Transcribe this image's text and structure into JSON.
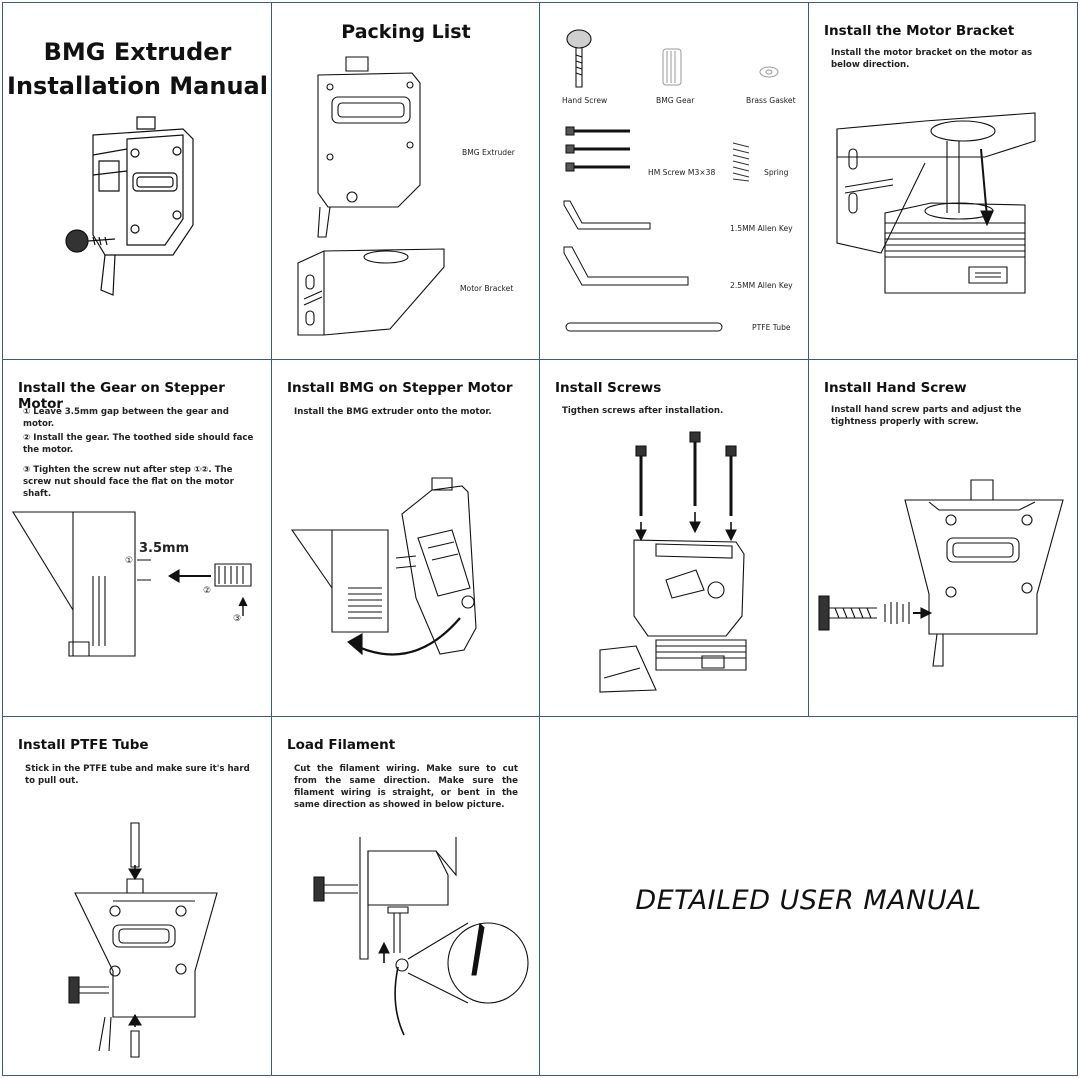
{
  "cover": {
    "title_line1": "BMG Extruder",
    "title_line2": "Installation Manual"
  },
  "packing_list": {
    "title": "Packing List",
    "items": {
      "bmg_extruder": "BMG Extruder",
      "motor_bracket": "Motor Bracket",
      "hand_screw": "Hand Screw",
      "bmg_gear": "BMG Gear",
      "brass_gasket": "Brass Gasket",
      "hm_screw": "HM Screw M3×38",
      "spring": "Spring",
      "allen_key_15": "1.5MM Allen Key",
      "allen_key_25": "2.5MM Allen Key",
      "ptfe_tube": "PTFE Tube"
    }
  },
  "motor_bracket": {
    "title": "Install the Motor Bracket",
    "description": "Install the motor bracket on the motor as below direction."
  },
  "gear": {
    "title": "Install the Gear on Stepper Motor",
    "step1": "① Leave 3.5mm gap between the gear and motor.",
    "step2": "② Install the gear. The toothed side should face the motor.",
    "step3": "③ Tighten the screw nut after step ①②. The screw nut should face the flat on the motor shaft.",
    "gap_label": "3.5mm",
    "marker1": "①",
    "marker2": "②",
    "marker3": "③"
  },
  "bmg_motor": {
    "title": "Install BMG on Stepper Motor",
    "description": "Install the BMG extruder onto the motor."
  },
  "screws": {
    "title": "Install Screws",
    "description": "Tigthen screws after installation."
  },
  "hand_screw": {
    "title": "Install Hand Screw",
    "description": "Install hand screw parts and adjust the tightness properly with screw."
  },
  "ptfe": {
    "title": "Install PTFE Tube",
    "description": "Stick in the PTFE tube and make sure it's hard to pull out."
  },
  "filament": {
    "title": "Load Filament",
    "description": "Cut the filament wiring. Make sure to cut from the same direction. Make sure the filament wiring is straight, or bent in the same direction as showed in below picture."
  },
  "manual": {
    "label": "DETAILED USER MANUAL"
  }
}
